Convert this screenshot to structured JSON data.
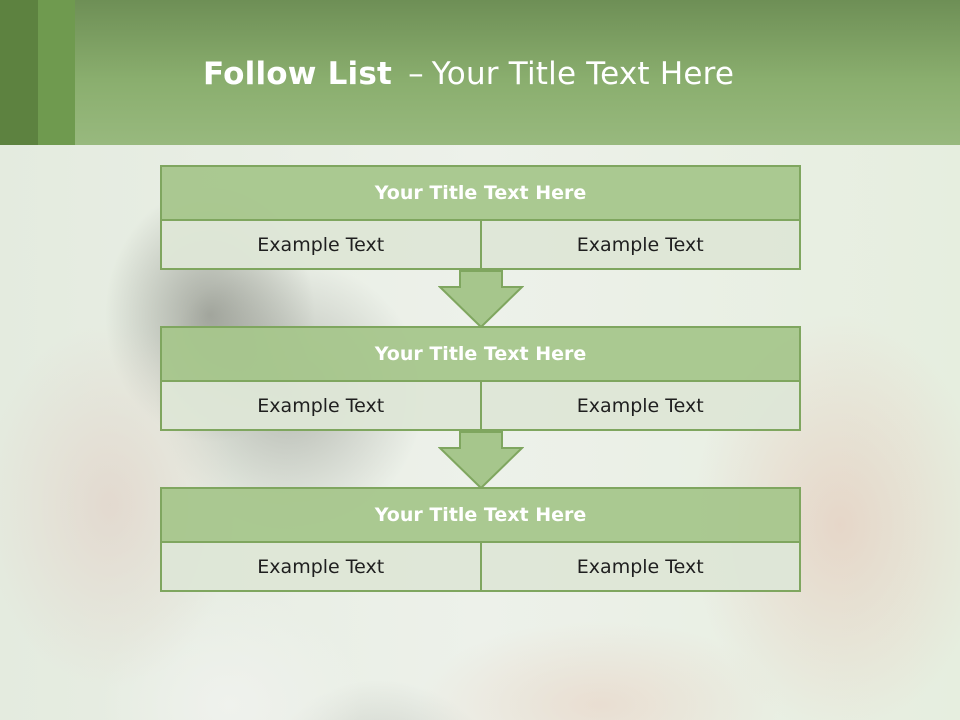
{
  "slide": {
    "title_bold": "Follow List",
    "title_separator": "–",
    "title_rest": "Your Title Text Here"
  },
  "colors": {
    "header": "#8aae6e",
    "accent_dark": "#5d8240",
    "block_title": "#a6c68c",
    "block_border": "#7fa65f",
    "cell_fill": "#dee6d6"
  },
  "blocks": [
    {
      "title": "Your Title Text Here",
      "left": "Example Text",
      "right": "Example Text"
    },
    {
      "title": "Your Title Text Here",
      "left": "Example Text",
      "right": "Example Text"
    },
    {
      "title": "Your Title Text Here",
      "left": "Example Text",
      "right": "Example Text"
    }
  ],
  "connectors": [
    "down-arrow-icon",
    "down-arrow-icon"
  ]
}
